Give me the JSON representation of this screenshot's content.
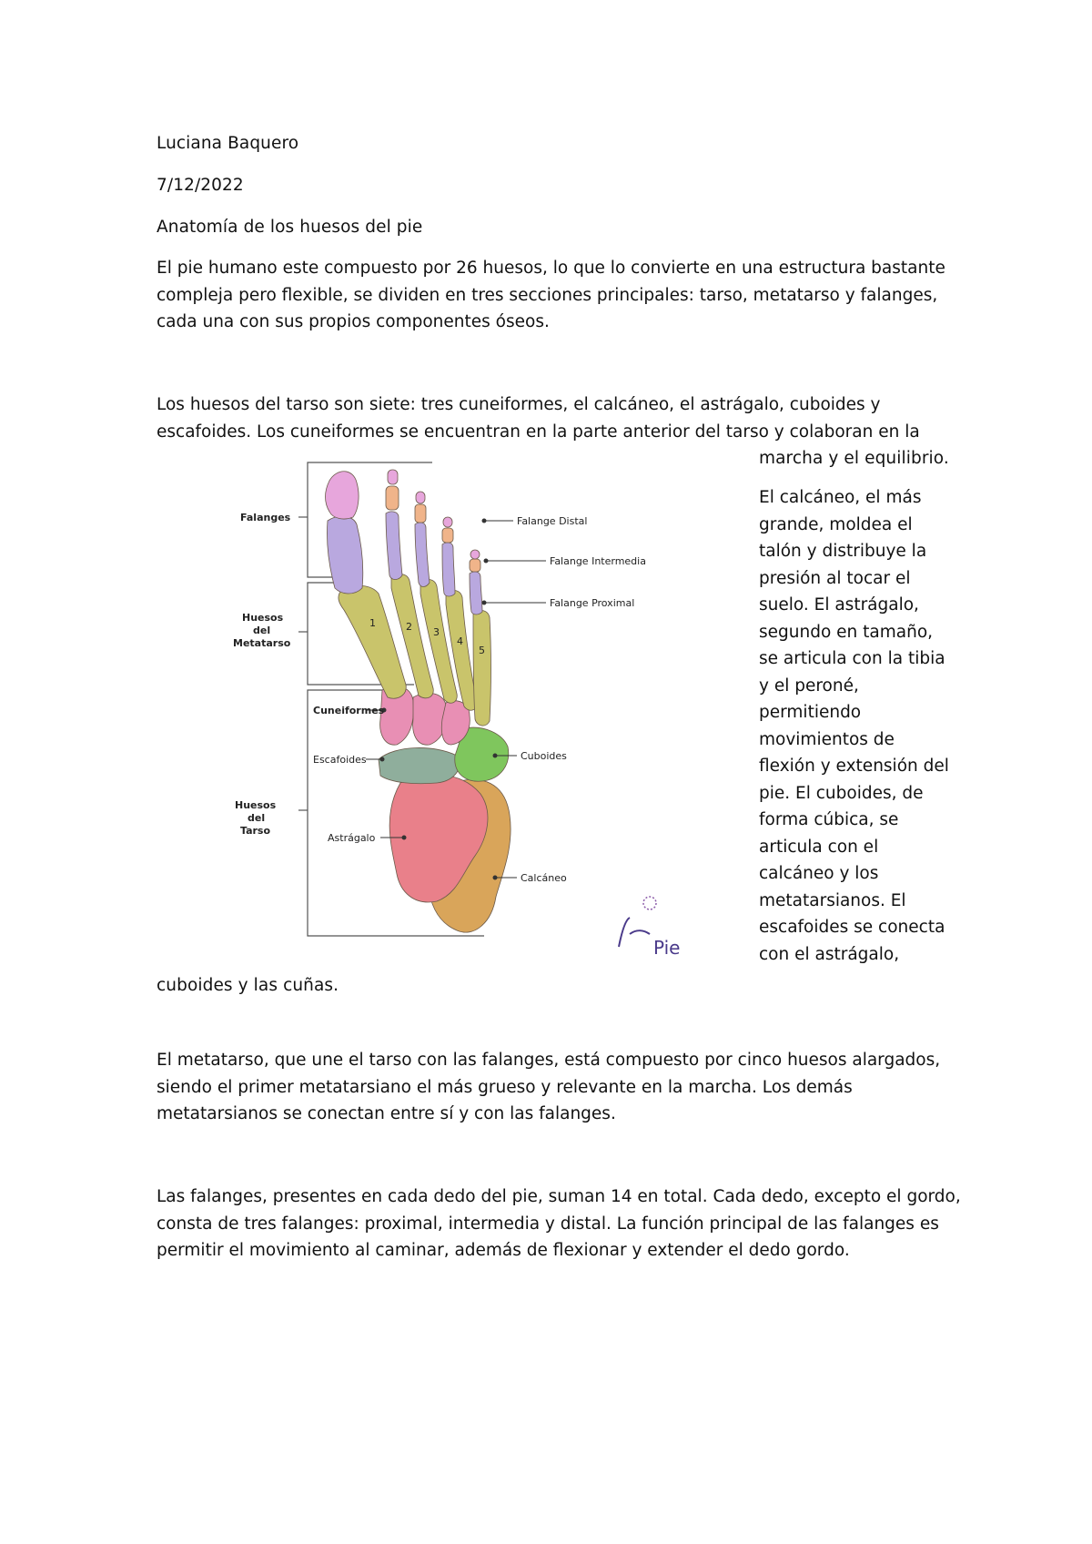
{
  "header": {
    "author": "Luciana Baquero",
    "date": "7/12/2022",
    "title": "Anatomía de los huesos del pie"
  },
  "intro": [
    "El pie humano este compuesto por 26 huesos, lo que lo convierte en una estructura bastante",
    "compleja pero flexible, se dividen en tres secciones principales: tarso, metatarso y falanges,",
    "cada una con sus propios componentes óseos."
  ],
  "tarso": {
    "lines": [
      "Los huesos del tarso son siete: tres cuneiformes, el calcáneo, el astrágalo, cuboides y",
      "escafoides. Los cuneiformes se encuentran en la parte anterior del tarso y colaboran en la"
    ],
    "continuation": "marcha y el equilibrio.",
    "side_lines": [
      "El calcáneo, el más",
      "grande, moldea el",
      "talón y distribuye la",
      "presión al tocar el",
      "suelo. El astrágalo,",
      "segundo en tamaño,",
      "se articula con la tibia",
      "y el peroné,",
      "permitiendo",
      "movimientos de",
      "flexión y extensión del",
      "pie. El cuboides, de",
      "forma cúbica, se",
      "articula con el",
      "calcáneo y los",
      "metatarsianos. El",
      "escafoides se conecta",
      "con el astrágalo,"
    ],
    "end_line": "cuboides y las cuñas."
  },
  "figure": {
    "groups": {
      "falanges": "Falanges",
      "metatarso": [
        "Huesos",
        "del",
        "Metatarso"
      ],
      "tarso": [
        "Huesos",
        "del",
        "Tarso"
      ]
    },
    "labels": {
      "falange_distal": "Falange Distal",
      "falange_intermedia": "Falange Intermedia",
      "falange_proximal": "Falange Proximal",
      "cuneiformes": "Cuneiformes",
      "escafoides": "Escafoides",
      "cuboides": "Cuboides",
      "astragalo": "Astrágalo",
      "calcaneo": "Calcáneo"
    },
    "metatarsal_numbers": [
      "1",
      "2",
      "3",
      "4",
      "5"
    ],
    "watermark": "Pie",
    "colors": {
      "distal": "#e7a6dc",
      "intermedia": "#f0b48a",
      "proximal": "#b9a8df",
      "metatarsal": "#c9c46b",
      "cuneiform": "#e88fb4",
      "navicular": "#8fae9c",
      "cuboid": "#7fc65d",
      "talus": "#e9808a",
      "calcaneus": "#d9a55a"
    }
  },
  "metatarso": [
    "El metatarso, que une el tarso con las falanges, está compuesto por cinco huesos alargados,",
    "siendo el primer metatarsiano el más grueso y relevante en la marcha. Los demás",
    "metatarsianos se conectan entre sí y con las falanges."
  ],
  "falanges": [
    "Las falanges, presentes en cada dedo del pie, suman 14 en total. Cada dedo, excepto el gordo,",
    "consta de tres falanges: proximal, intermedia y distal. La función principal de las falanges es",
    "permitir el movimiento al caminar, además de flexionar y extender el dedo gordo."
  ]
}
